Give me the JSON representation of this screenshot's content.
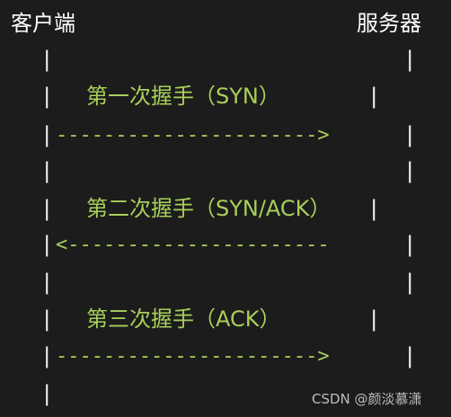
{
  "participants": {
    "client": "客户端",
    "server": "服务器"
  },
  "lifeline_char": "|",
  "steps": [
    {
      "label": "第一次握手（SYN）",
      "arrow": "---------------------->",
      "direction": "client-to-server"
    },
    {
      "label": "第二次握手（SYN/ACK）",
      "arrow": "<----------------------",
      "direction": "server-to-client"
    },
    {
      "label": "第三次握手（ACK）",
      "arrow": "---------------------->",
      "direction": "client-to-server"
    }
  ],
  "watermark": "CSDN @颜淡慕潇",
  "colors": {
    "background": "#1c1c1c",
    "header_text": "#ffffff",
    "step_text": "#a8cf5a",
    "lifeline": "#f2f2f2"
  }
}
